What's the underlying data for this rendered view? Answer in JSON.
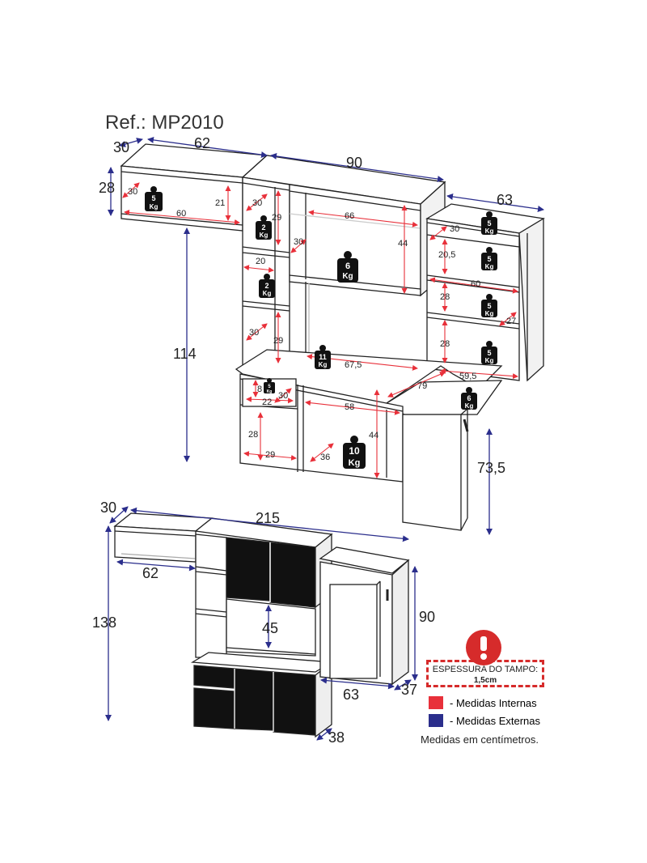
{
  "header": {
    "ref": "Ref.: MP2010"
  },
  "colors": {
    "internal": "#e8303a",
    "external": "#2b2e8c",
    "line": "#222222",
    "panel": "#ffffff",
    "dark": "#111111",
    "warning": "#d62b2b"
  },
  "external_dims": {
    "top_depth": "30",
    "top_left_width": "62",
    "top_height_left": "28",
    "top_center_width": "90",
    "top_right_width": "63",
    "total_height_upper": "114",
    "desk_height": "73,5",
    "bottom_depth": "30",
    "bottom_total_width": "215",
    "bottom_left_width": "62",
    "bottom_total_height": "138",
    "bottom_inner_height": "45",
    "bottom_right_height": "90",
    "bottom_right_width": "63",
    "bottom_right_depth": "37",
    "bottom_base_depth": "38"
  },
  "internal_dims": {
    "shelf_a_depth": "30",
    "shelf_a_height": "21",
    "shelf_a_width": "60",
    "col_a_depth": "30",
    "col_a_height": "29",
    "col_b_depth": "30",
    "col_b_width": "20",
    "col_c_depth": "30",
    "col_c_height": "29",
    "niche_width": "66",
    "niche_height": "44",
    "right_depth": "30",
    "right_h1": "20,5",
    "right_w": "60",
    "right_h2": "28",
    "right_depth2": "27",
    "right_h3": "28",
    "desk_width": "67,5",
    "desk_right_width": "59,5",
    "desk_diag": "79",
    "drawer_a": "8",
    "drawer_b": "30",
    "drawer_c": "22",
    "lower_width": "58",
    "lower_h": "28",
    "lower_w": "29",
    "lower_d": "36",
    "lower_h2": "44"
  },
  "weights": {
    "w1": {
      "value": "5",
      "unit": "Kg"
    },
    "w2": {
      "value": "2",
      "unit": "Kg"
    },
    "w3": {
      "value": "2",
      "unit": "Kg"
    },
    "w4": {
      "value": "6",
      "unit": "Kg"
    },
    "w5": {
      "value": "5",
      "unit": "Kg"
    },
    "w6": {
      "value": "5",
      "unit": "Kg"
    },
    "w7": {
      "value": "5",
      "unit": "Kg"
    },
    "w8": {
      "value": "5",
      "unit": "Kg"
    },
    "w9": {
      "value": "11",
      "unit": "Kg"
    },
    "w10": {
      "value": "6",
      "unit": "Kg"
    },
    "w11": {
      "value": "10",
      "unit": "Kg"
    },
    "w12": {
      "value": "5",
      "unit": "Kg"
    }
  },
  "legend": {
    "note_line1": "ESPESSURA DO TAMPO:",
    "note_line2": "1,5cm",
    "internal_label": "- Medidas Internas",
    "external_label": "- Medidas Externas",
    "units": "Medidas em centímetros."
  }
}
